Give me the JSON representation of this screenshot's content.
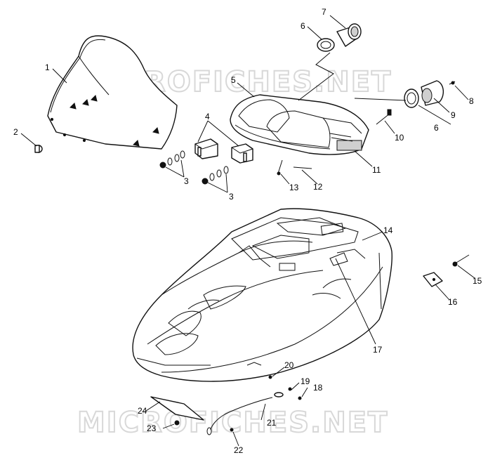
{
  "watermark": "MICROFICHES.NET",
  "callouts": [
    "1",
    "2",
    "3",
    "3",
    "4",
    "5",
    "6",
    "6",
    "7",
    "8",
    "9",
    "10",
    "11",
    "12",
    "13",
    "14",
    "15",
    "16",
    "17",
    "18",
    "19",
    "20",
    "21",
    "22",
    "23",
    "24"
  ],
  "colors": {
    "ink": "#111111",
    "paper": "#ffffff",
    "watermark": "#d8d8d8"
  }
}
